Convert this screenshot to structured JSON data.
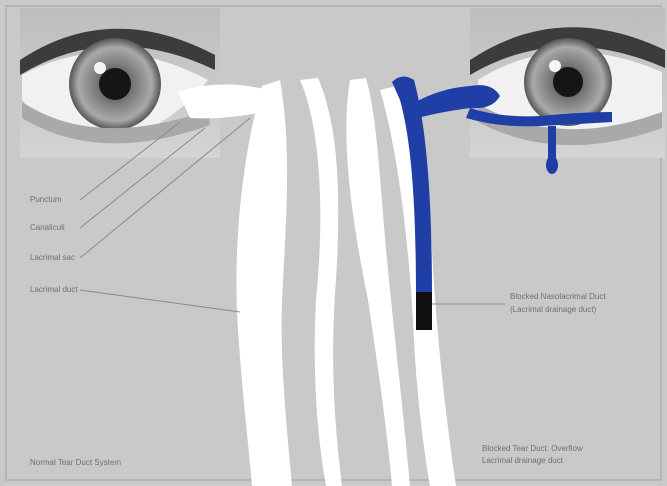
{
  "colors": {
    "background": "#c9c9c9",
    "passage_blocked": "#ffffff",
    "passage_clear": "#ffffff",
    "tear_flow": "#1f3fa6",
    "obstruction": "#111111",
    "label_text": "#6f6f6f",
    "leader_line": "#8a8a8a"
  },
  "labels": {
    "punctum": "Punctum",
    "canaliculi": "Canaliculi",
    "lacrimal_sac": "Lacrimal sac",
    "lacrimal_duct": "Lacrimal duct",
    "blocked_duct_right_1": "Blocked Nasolacrimal Duct",
    "blocked_duct_right_2": "(Lacrimal drainage duct)",
    "caption_left": "Normal Tear Duct System",
    "caption_right_1": "Blocked Tear Duct: Overflow",
    "caption_right_2": "Lacrimal drainage duct",
    "caption_right_3": ""
  }
}
